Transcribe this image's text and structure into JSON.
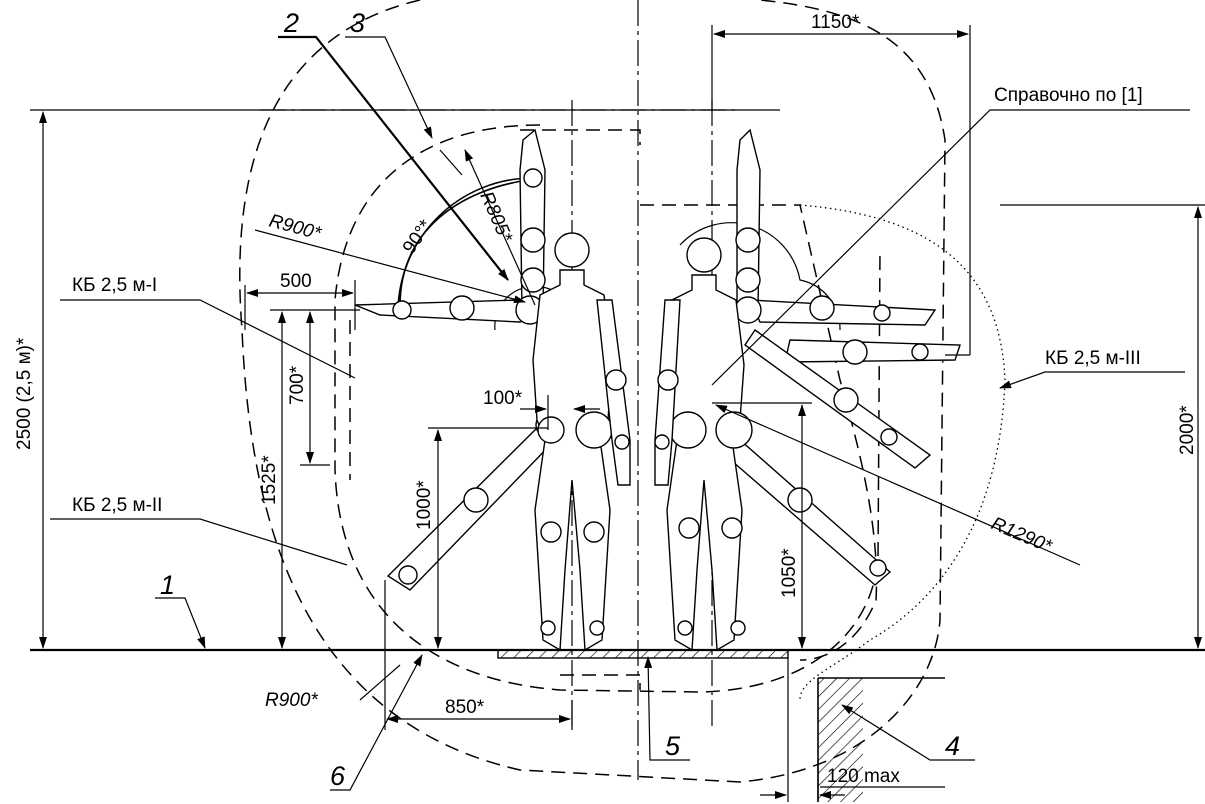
{
  "labels": {
    "dim_2500": "2500 (2,5 м)*",
    "dim_2000": "2000*",
    "dim_1525": "1525*",
    "dim_700": "700*",
    "dim_1000": "1000*",
    "dim_1050": "1050*",
    "dim_500": "500",
    "dim_100": "100*",
    "dim_850": "850*",
    "dim_1150": "1150*",
    "dim_120": "120 max",
    "r900_top": "R900*",
    "r805": "R805*",
    "angle_90": "90°*",
    "r1290": "R1290*",
    "r900_bottom": "R900*",
    "kb1": "КБ 2,5 м-I",
    "kb2": "КБ 2,5 м-II",
    "kb3": "КБ 2,5 м-III",
    "ref": "Справочно по [1]"
  },
  "callouts": [
    "1",
    "2",
    "3",
    "4",
    "5",
    "6"
  ],
  "icons": [
    "hatching-wall-icon"
  ]
}
